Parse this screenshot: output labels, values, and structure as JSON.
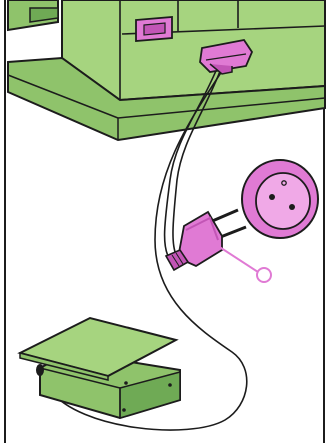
{
  "colors": {
    "machine_green": "#a6d47f",
    "machine_green_shade": "#8fc36b",
    "machine_green_dark": "#6faa55",
    "plug_pink": "#e07ad4",
    "plug_pink_dark": "#c255b6",
    "outline": "#1c1c1c",
    "background": "#ffffff"
  },
  "icons": {
    "machine": "sewing-machine-base",
    "appliance_connector": "appliance-connector",
    "mains_plug": "mains-plug",
    "wall_socket": "wall-socket",
    "foot_pedal": "foot-pedal",
    "power_cord": "power-cord"
  }
}
